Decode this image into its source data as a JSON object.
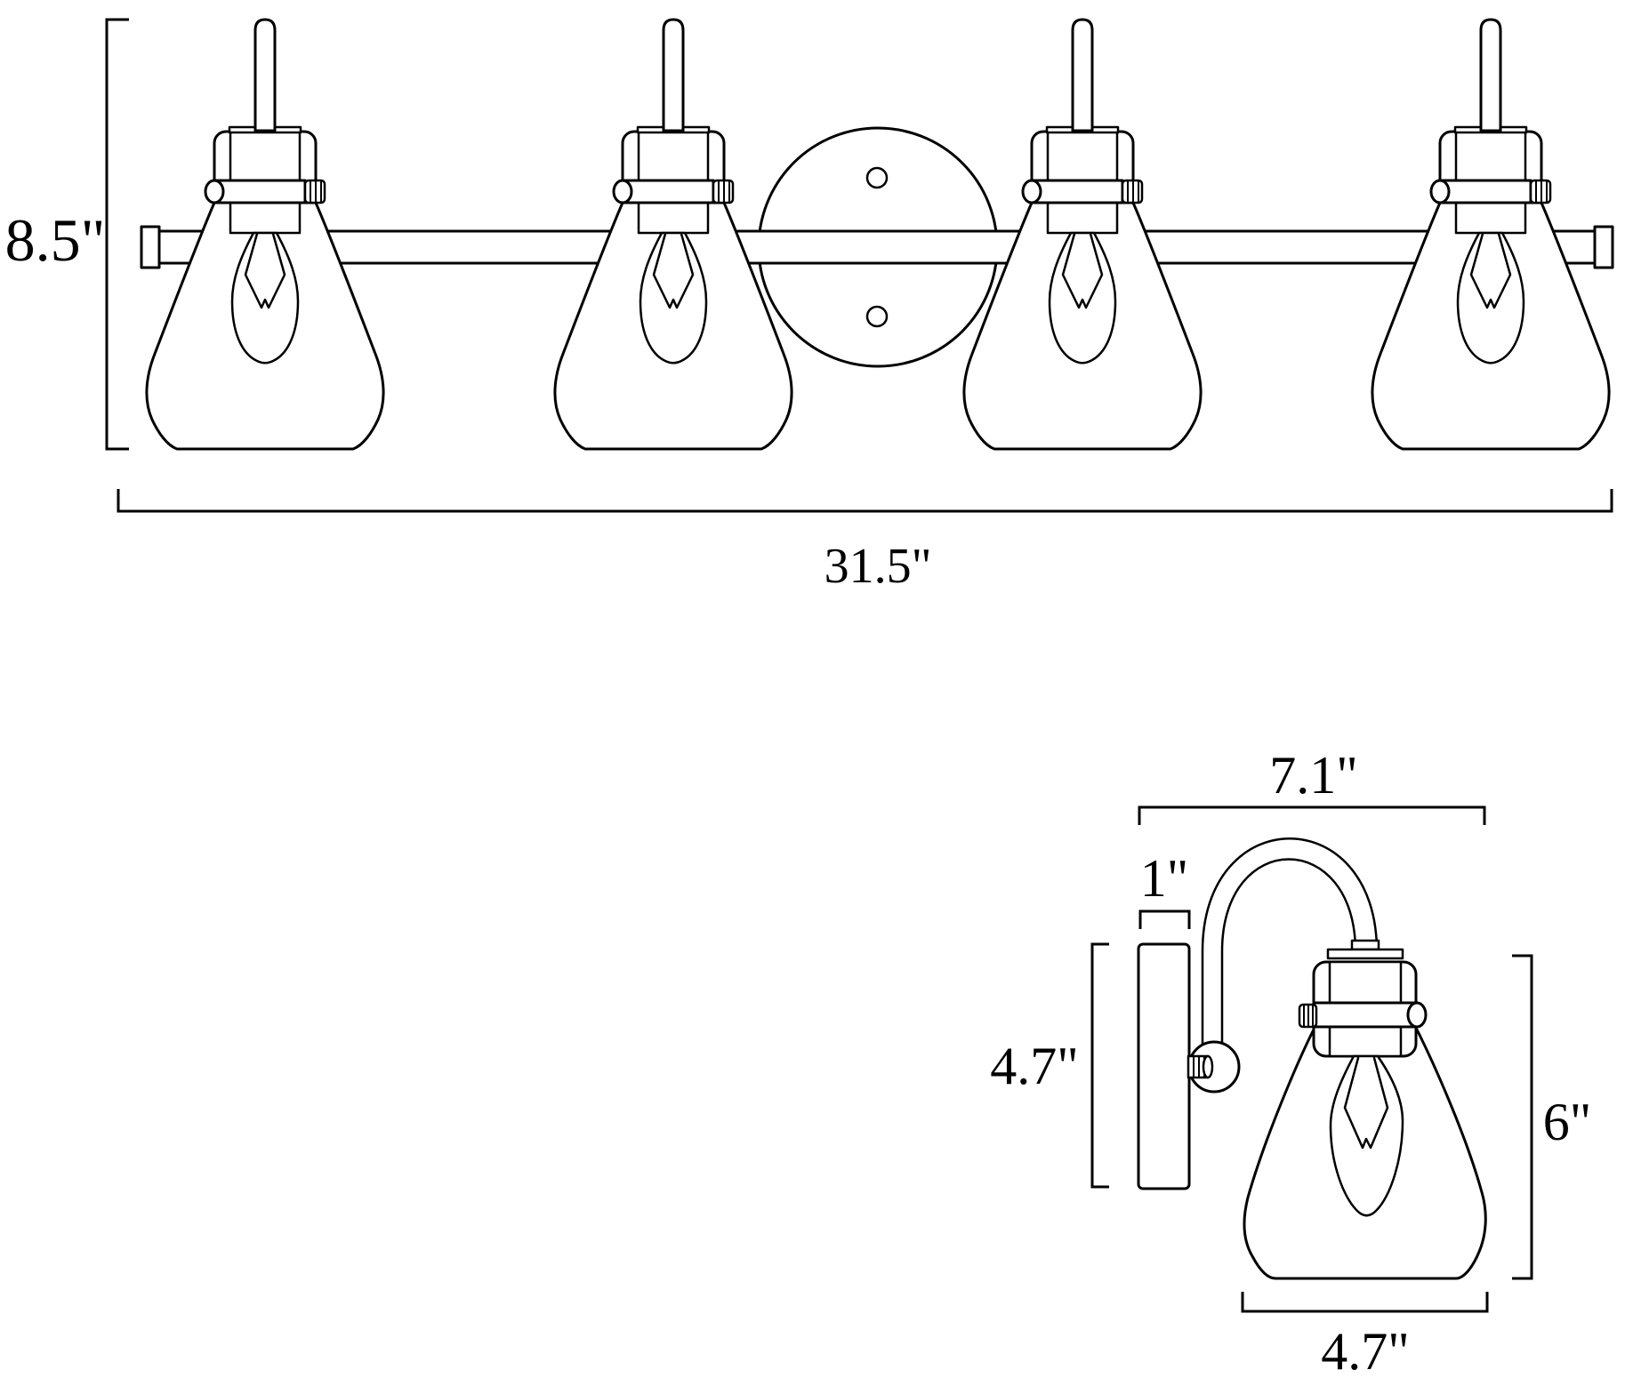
{
  "colors": {
    "background": "#ffffff",
    "line": "#000000"
  },
  "front_view": {
    "light_count": 4,
    "height_label": "8.5\"",
    "width_label": "31.5\""
  },
  "side_view": {
    "depth_label": "7.1\"",
    "backplate_width_label": "1\"",
    "backplate_height_label": "4.7\"",
    "shade_height_label": "6\"",
    "shade_width_label": "4.7\""
  }
}
